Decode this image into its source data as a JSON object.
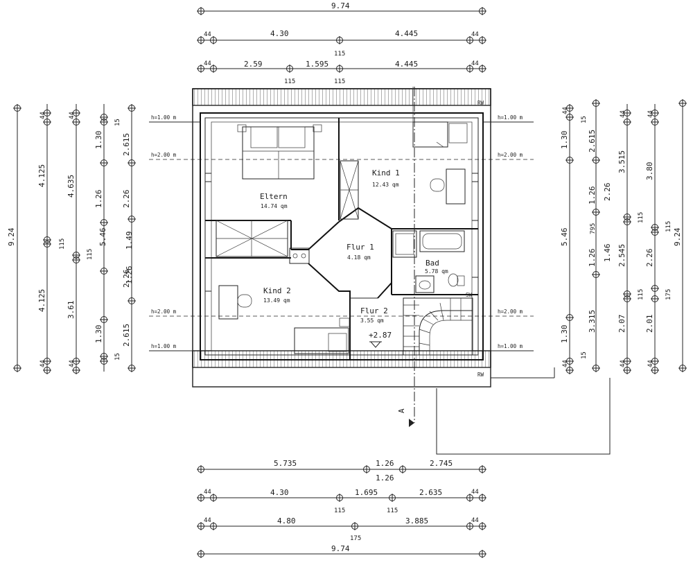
{
  "rooms": {
    "eltern": {
      "name": "Eltern",
      "area": "14.74 qm"
    },
    "kind1": {
      "name": "Kind 1",
      "area": "12.43 qm"
    },
    "flur1": {
      "name": "Flur 1",
      "area": "4.18 qm"
    },
    "bad": {
      "name": "Bad",
      "area": "5.78 qm"
    },
    "kind2": {
      "name": "Kind 2",
      "area": "13.49 qm"
    },
    "flur2": {
      "name": "Flur 2",
      "area": "3.55 qm"
    }
  },
  "level": "+2.87",
  "section_label": "A",
  "rw_label": "RW",
  "sw_label": "SW",
  "height_lines": {
    "h100": "h=1.00 m",
    "h200": "h=2.00 m"
  },
  "dims": {
    "top_total": "9.74",
    "top_row2": [
      "44",
      "4.30",
      "115",
      "4.445",
      "44"
    ],
    "top_row3": [
      "44",
      "2.59",
      "115",
      "1.595",
      "115",
      "4.445",
      "44"
    ],
    "bottom_row1": [
      "5.735",
      "1.26",
      "2.745"
    ],
    "bottom_sub": "1.26",
    "bottom_row2": [
      "44",
      "4.30",
      "115",
      "1.695",
      "115",
      "2.635",
      "44"
    ],
    "bottom_row3": [
      "44",
      "4.80",
      "175",
      "3.885",
      "44"
    ],
    "bottom_total": "9.74",
    "left_total": "9.24",
    "left_col2": [
      "44",
      "4.125",
      "115",
      "4.125",
      "44"
    ],
    "left_col3": [
      "44",
      "4.635",
      "115",
      "5.46",
      "3.61",
      "44"
    ],
    "left_col4": [
      "1.30",
      "1.26",
      "1.49",
      "1.26",
      "1.30",
      "15",
      "15"
    ],
    "left_col5": [
      "2.615",
      "2.26",
      "2.26",
      "2.615"
    ],
    "right_col1": [
      "44",
      "1.30",
      "1.26",
      "5.46",
      "1.26",
      "1.30",
      "44",
      "795"
    ],
    "right_col2": [
      "15",
      "2.615",
      "2.26",
      "1.46",
      "3.315",
      "15"
    ],
    "right_col3": [
      "44",
      "3.515",
      "115",
      "2.545",
      "115",
      "2.07",
      "44"
    ],
    "right_col4": [
      "44",
      "3.80",
      "115",
      "2.26",
      "175",
      "2.01",
      "44"
    ],
    "right_total": "9.24"
  }
}
